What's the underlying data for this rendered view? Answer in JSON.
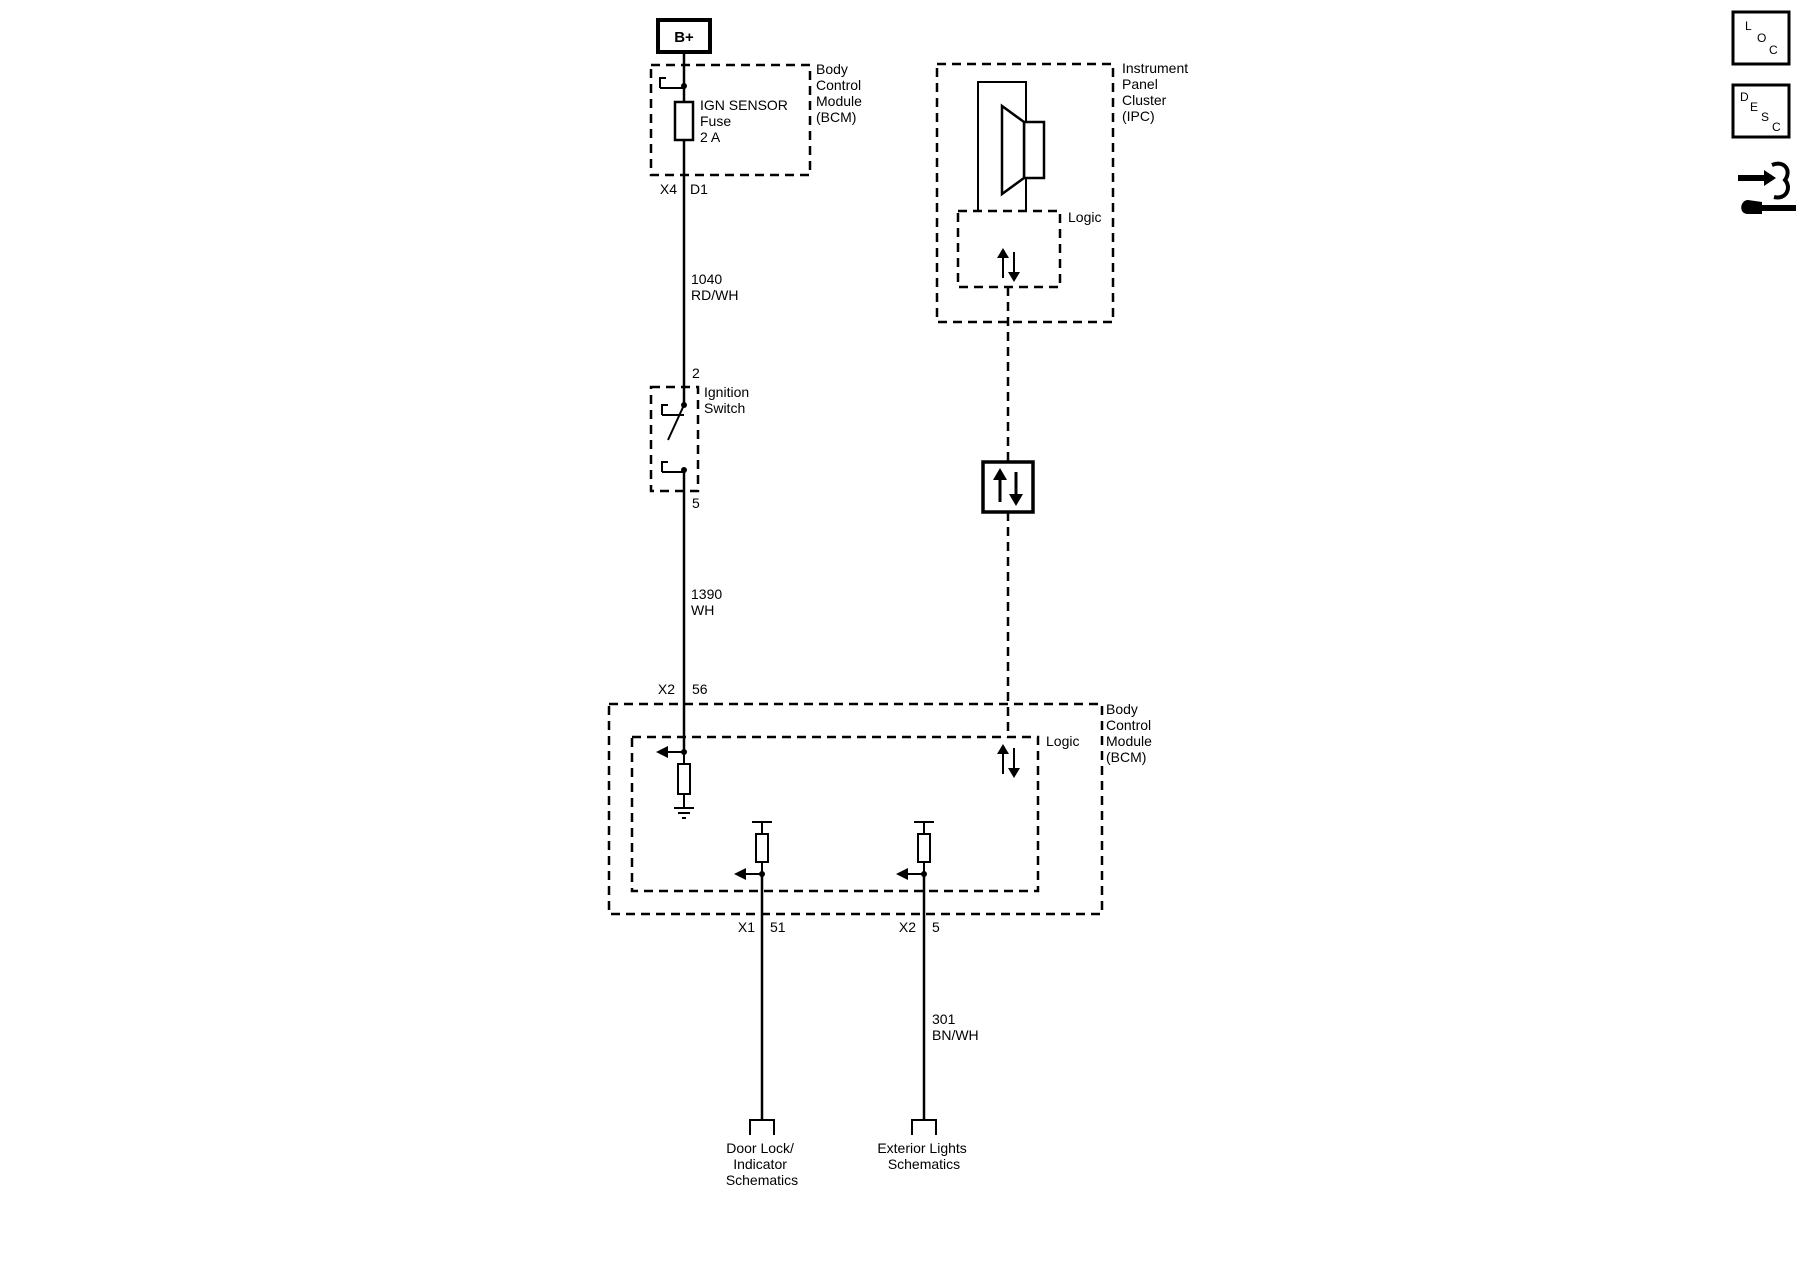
{
  "battery": "B+",
  "bcm_top": {
    "label_lines": [
      "Body",
      "Control",
      "Module",
      "(BCM)"
    ],
    "fuse_lines": [
      "IGN SENSOR",
      "Fuse",
      "2 A"
    ],
    "connector": "X4",
    "pin": "D1"
  },
  "wire_1040": {
    "circuit": "1040",
    "color": "RD/WH"
  },
  "ignition_switch": {
    "label_lines": [
      "Ignition",
      "Switch"
    ],
    "pin_top": "2",
    "pin_bottom": "5"
  },
  "wire_1390": {
    "circuit": "1390",
    "color": "WH"
  },
  "ipc": {
    "label_lines": [
      "Instrument",
      "Panel",
      "Cluster",
      "(IPC)"
    ],
    "logic": "Logic"
  },
  "bcm_bottom": {
    "label_lines": [
      "Body",
      "Control",
      "Module",
      "(BCM)"
    ],
    "logic": "Logic",
    "input_connector": "X2",
    "input_pin": "56",
    "out1_connector": "X1",
    "out1_pin": "51",
    "out2_connector": "X2",
    "out2_pin": "5"
  },
  "wire_301": {
    "circuit": "301",
    "color": "BN/WH"
  },
  "refs": {
    "door_lock_lines": [
      "Door Lock/",
      "Indicator",
      "Schematics"
    ],
    "exterior_lights_lines": [
      "Exterior Lights",
      "Schematics"
    ]
  },
  "side_icons": {
    "loc": [
      "L",
      "O",
      "C"
    ],
    "desc": [
      "D",
      "E",
      "S",
      "C"
    ],
    "icon": "wiring-connector-icon"
  }
}
